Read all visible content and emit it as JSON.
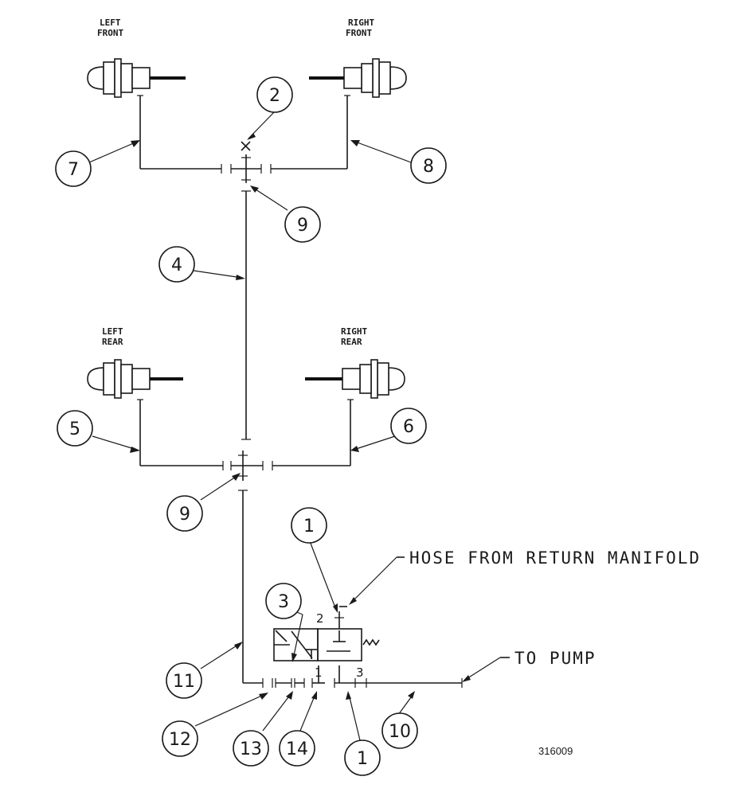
{
  "wheels": {
    "left_front": {
      "line1": "LEFT",
      "line2": "FRONT"
    },
    "right_front": {
      "line1": "RIGHT",
      "line2": "FRONT"
    },
    "left_rear": {
      "line1": "LEFT",
      "line2": "REAR"
    },
    "right_rear": {
      "line1": "RIGHT",
      "line2": "REAR"
    }
  },
  "callouts": {
    "c1_top": "1",
    "c1_bottom": "1",
    "c2": "2",
    "c3": "3",
    "c4": "4",
    "c5": "5",
    "c6": "6",
    "c7": "7",
    "c8": "8",
    "c9_top": "9",
    "c9_bottom": "9",
    "c10": "10",
    "c11": "11",
    "c12": "12",
    "c13": "13",
    "c14": "14"
  },
  "notes": {
    "return_manifold": "HOSE FROM RETURN MANIFOLD",
    "to_pump": "TO PUMP"
  },
  "valve_ports": {
    "p1": "1",
    "p2": "2",
    "p3": "3"
  },
  "figure_number": "316009"
}
